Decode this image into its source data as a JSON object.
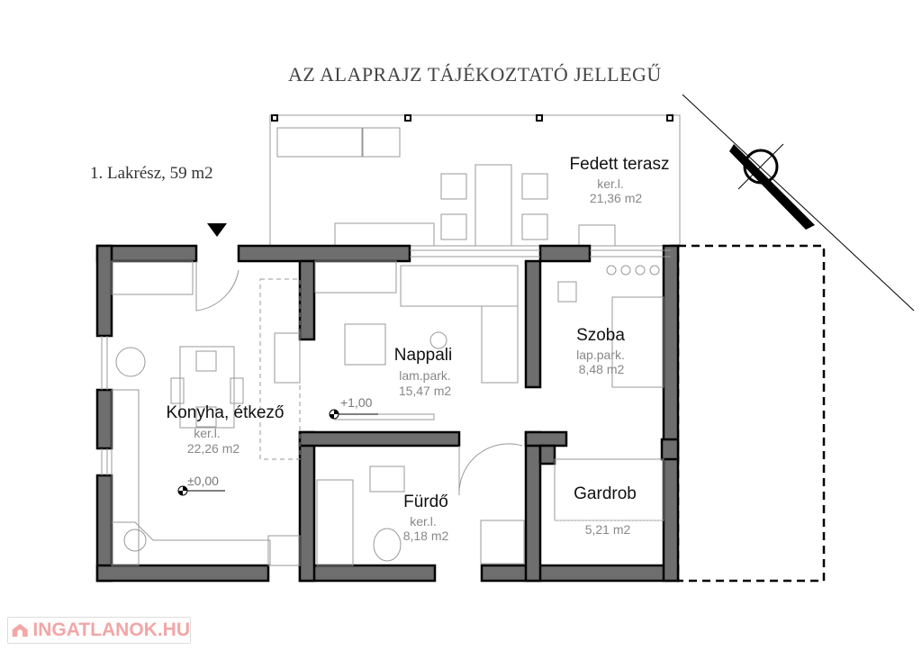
{
  "title": "AZ ALAPRAJZ TÁJÉKOZTATÓ JELLEGŰ",
  "unit_label": "1. Lakrész, 59 m2",
  "rooms": {
    "terrace": {
      "name": "Fedett terasz",
      "floor": "ker.l.",
      "area": "21,36  m2"
    },
    "kitchen": {
      "name": "Konyha, étkező",
      "floor": "ker.l.",
      "area": "22,26  m2"
    },
    "living": {
      "name": "Nappali",
      "floor": "lam.park.",
      "area": "15,47  m2"
    },
    "room": {
      "name": "Szoba",
      "floor": "lap.park.",
      "area": "8,48  m2"
    },
    "bath": {
      "name": "Fürdő",
      "floor": "ker.l.",
      "area": "8,18  m2"
    },
    "wardrobe": {
      "name": "Gardrob",
      "area": "5,21  m2"
    }
  },
  "levels": {
    "living": "+1,00",
    "kitchen": "±0,00"
  },
  "watermark": "INGATLANOK.HU",
  "colors": {
    "wall": "#6e6e6e",
    "watermark": "#f2a6a6"
  }
}
